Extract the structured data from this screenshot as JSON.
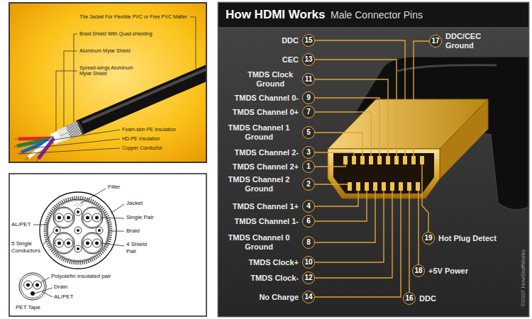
{
  "diagram": {
    "title": "How HDMI Works",
    "nodes": [
      {
        "text": [
          "DDC",
          "15"
        ]
      },
      {
        "text": [
          "CEC",
          "13"
        ]
      },
      {
        "text": [
          "TMDS Clock Ground",
          "11"
        ]
      },
      {
        "text": [
          "TMDS Channel 0-",
          "9"
        ]
      },
      {
        "text": [
          "TMDS Channel 0+",
          "7"
        ]
      },
      {
        "text": [
          "TMDS Channel 1 Ground",
          "5"
        ]
      },
      {
        "text": [
          "TMDS Channel 2-",
          "3"
        ]
      },
      {
        "text": [
          "TMDS Channel 2+",
          "1"
        ]
      },
      {
        "text": [
          "TMDS Channel 2 Ground",
          "2"
        ]
      },
      {
        "text": [
          "TMDS Channel 1+",
          "4"
        ]
      },
      {
        "text": [
          "TMDS Channel 1-",
          "6"
        ]
      },
      {
        "text": [
          "TMDS Channel 0 Ground",
          "8"
        ]
      },
      {
        "text": [
          "TMDS Clock+",
          "10"
        ]
      },
      {
        "text": [
          "TMDS Clock-",
          "12"
        ]
      },
      {
        "text": [
          "No Charge",
          "14"
        ]
      },
      {
        "text": [
          "DDC/CEC Ground",
          "17"
        ]
      },
      {
        "text": [
          "Hot Plug Detect",
          "19"
        ]
      },
      {
        "text": [
          "+5V Power",
          "18"
        ]
      },
      {
        "text": [
          "DDC",
          "16"
        ]
      }
    ],
    "labels": [
      "Male Connector Pins",
      "The Jacket For Flexible PVC or Free PVC Matter",
      "Braid Shield With Quad-shielding",
      "Aluminum Mylar Shield",
      "Spread-wings Aluminum Mylar Shield",
      "Foam-skin PE Insulation",
      "HD-PE Insulation",
      "Copper Conductor",
      "Filler",
      "Jacket",
      "Single Pair",
      "AL/PET",
      "Braid",
      "4 Shield Pair",
      "5 Single Conductors",
      "Polyolefin insulated pair",
      "Drain",
      "AL/PET",
      "PET Tape",
      "©2007 HowStuffWorks"
    ]
  }
}
